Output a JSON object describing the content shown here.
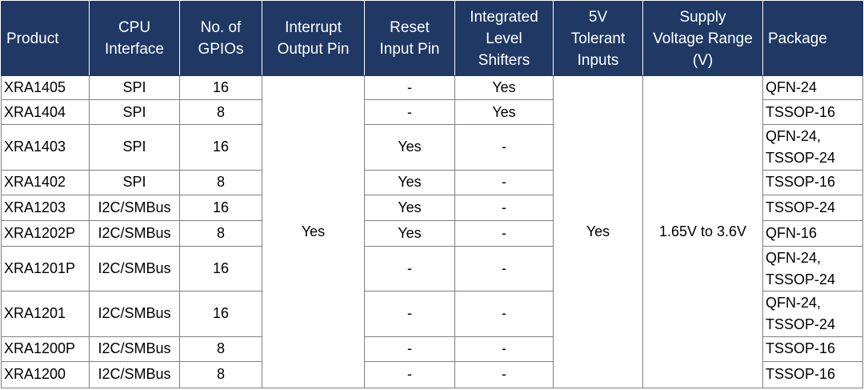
{
  "colors": {
    "header_background": "#1f3864",
    "header_text": "#ffffff",
    "grid_line": "#7f7f7f"
  },
  "header": {
    "product": "Product",
    "cpu_interface": [
      "CPU",
      "Interface"
    ],
    "gpios": [
      "No. of",
      "GPIOs"
    ],
    "interrupt": [
      "Interrupt",
      "Output Pin"
    ],
    "reset": [
      "Reset",
      "Input Pin"
    ],
    "level_shifters": [
      "Integrated",
      "Level",
      "Shifters"
    ],
    "tolerant": [
      "5V",
      "Tolerant",
      "Inputs"
    ],
    "supply": [
      "Supply",
      "Voltage Range",
      "(V)"
    ],
    "package": "Package"
  },
  "shared": {
    "interrupt_output_pin": "Yes",
    "tolerant_inputs": "Yes",
    "supply_voltage_range": "1.65V to 3.6V"
  },
  "rows": [
    {
      "product": "XRA1405",
      "interface": "SPI",
      "gpios": "16",
      "reset": "-",
      "shifters": "Yes",
      "package": [
        "QFN-24"
      ]
    },
    {
      "product": "XRA1404",
      "interface": "SPI",
      "gpios": "8",
      "reset": "-",
      "shifters": "Yes",
      "package": [
        "TSSOP-16"
      ]
    },
    {
      "product": "XRA1403",
      "interface": "SPI",
      "gpios": "16",
      "reset": "Yes",
      "shifters": "-",
      "package": [
        "QFN-24,",
        "TSSOP-24"
      ]
    },
    {
      "product": "XRA1402",
      "interface": "SPI",
      "gpios": "8",
      "reset": "Yes",
      "shifters": "-",
      "package": [
        "TSSOP-16"
      ]
    },
    {
      "product": "XRA1203",
      "interface": "I2C/SMBus",
      "gpios": "16",
      "reset": "Yes",
      "shifters": "-",
      "package": [
        "TSSOP-24"
      ]
    },
    {
      "product": "XRA1202P",
      "interface": "I2C/SMBus",
      "gpios": "8",
      "reset": "Yes",
      "shifters": "-",
      "package": [
        "QFN-16"
      ]
    },
    {
      "product": "XRA1201P",
      "interface": "I2C/SMBus",
      "gpios": "16",
      "reset": "-",
      "shifters": "-",
      "package": [
        "QFN-24,",
        "TSSOP-24"
      ]
    },
    {
      "product": "XRA1201",
      "interface": "I2C/SMBus",
      "gpios": "16",
      "reset": "-",
      "shifters": "-",
      "package": [
        "QFN-24,",
        "TSSOP-24"
      ]
    },
    {
      "product": "XRA1200P",
      "interface": "I2C/SMBus",
      "gpios": "8",
      "reset": "-",
      "shifters": "-",
      "package": [
        "TSSOP-16"
      ]
    },
    {
      "product": "XRA1200",
      "interface": "I2C/SMBus",
      "gpios": "8",
      "reset": "-",
      "shifters": "-",
      "package": [
        "TSSOP-16"
      ]
    }
  ]
}
